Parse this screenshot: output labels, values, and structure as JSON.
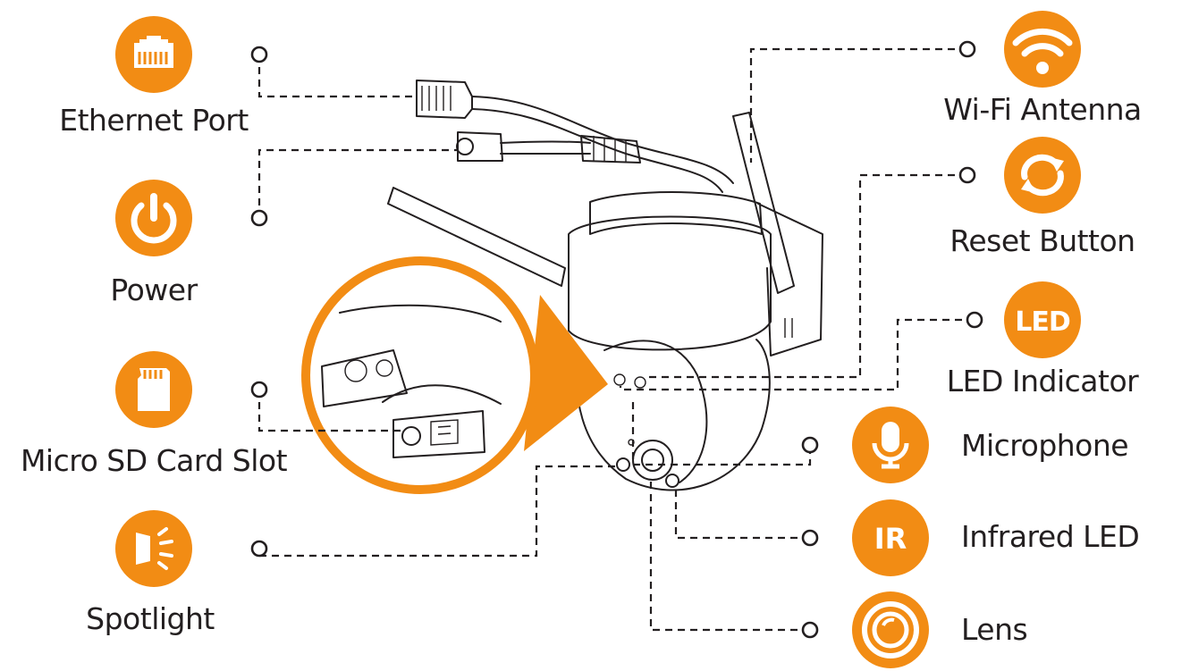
{
  "accent_color": "#f28c14",
  "components": [
    {
      "id": "ethernet-port",
      "label": "Ethernet Port",
      "icon": "ethernet-port-icon"
    },
    {
      "id": "power",
      "label": "Power",
      "icon": "power-icon"
    },
    {
      "id": "micro-sd-card-slot",
      "label": "Micro SD Card Slot",
      "icon": "sd-card-icon"
    },
    {
      "id": "spotlight",
      "label": "Spotlight",
      "icon": "spotlight-icon"
    },
    {
      "id": "wifi-antenna",
      "label": "Wi-Fi Antenna",
      "icon": "wifi-icon"
    },
    {
      "id": "reset-button",
      "label": "Reset Button",
      "icon": "reset-icon"
    },
    {
      "id": "led-indicator",
      "label": "LED Indicator",
      "icon": "led-icon",
      "icon_text": "LED"
    },
    {
      "id": "microphone",
      "label": "Microphone",
      "icon": "microphone-icon"
    },
    {
      "id": "infrared-led",
      "label": "Infrared LED",
      "icon": "ir-icon",
      "icon_text": "IR"
    },
    {
      "id": "lens",
      "label": "Lens",
      "icon": "lens-icon"
    }
  ]
}
